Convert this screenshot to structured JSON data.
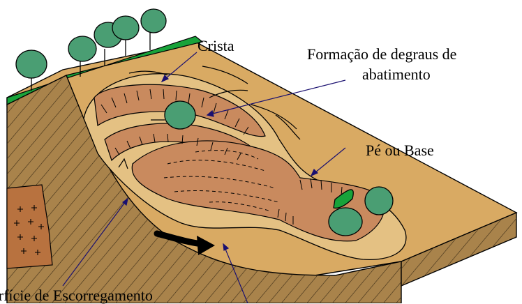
{
  "labels": {
    "crista": "Crista",
    "degraus_line1": "Formação de degraus de",
    "degraus_line2": "abatimento",
    "pe_base": "Pé ou Base",
    "superficie": "erfície de Escorregamento"
  },
  "colors": {
    "ground_top": "#d9aa63",
    "ground_side": "#a9834b",
    "grass": "#18a33a",
    "slide_mass": "#c98a5e",
    "slide_pale": "#e4c183",
    "rock_block": "#b8723f",
    "tree": "#4a9e73",
    "pointer": "#1a1070"
  },
  "icons": [
    "tree-icon",
    "flow-arrow-icon"
  ]
}
